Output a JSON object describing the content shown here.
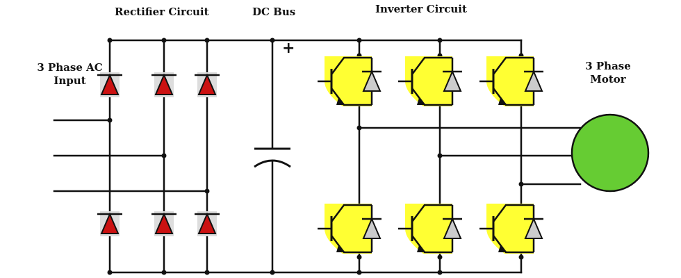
{
  "labels": {
    "rectifier": "Rectifier Circuit",
    "dc_bus": "DC Bus",
    "inverter": "Inverter Circuit",
    "input_line1": "3 Phase AC",
    "input_line2": "Input",
    "motor_line1": "3 Phase",
    "motor_line2": "Motor",
    "plus": "+"
  },
  "colors": {
    "wire": "#111111",
    "diode_fill": "#cc1111",
    "diode_bg": "#dddddd",
    "igbt_body": "#ffff33",
    "freewheel_diode": "#cccccc",
    "motor": "#66cc33"
  }
}
